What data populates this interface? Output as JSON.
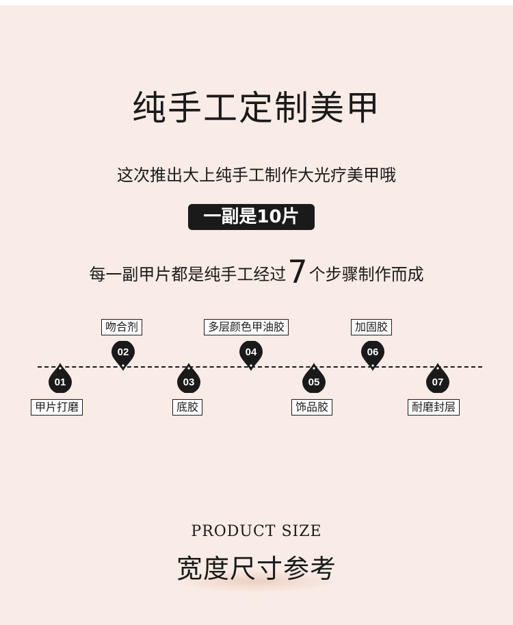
{
  "header": {
    "title": "纯手工定制美甲",
    "subtitle": "这次推出大上纯手工制作大光疗美甲哦",
    "badge": "一副是10片",
    "steps_prefix": "每一副甲片都是纯手工经过",
    "steps_count": "7",
    "steps_suffix": "个步骤制作而成"
  },
  "steps": [
    {
      "number": "01",
      "label": "甲片打磨"
    },
    {
      "number": "02",
      "label": "吻合剂"
    },
    {
      "number": "03",
      "label": "底胶"
    },
    {
      "number": "04",
      "label": "多层颜色甲油胶"
    },
    {
      "number": "05",
      "label": "饰品胶"
    },
    {
      "number": "06",
      "label": "加固胶"
    },
    {
      "number": "07",
      "label": "耐磨封层"
    }
  ],
  "size_section": {
    "english_title": "PRODUCT SIZE",
    "title": "宽度尺寸参考"
  },
  "colors": {
    "background": "#f9ebe5",
    "dark": "#1a1a1a"
  }
}
